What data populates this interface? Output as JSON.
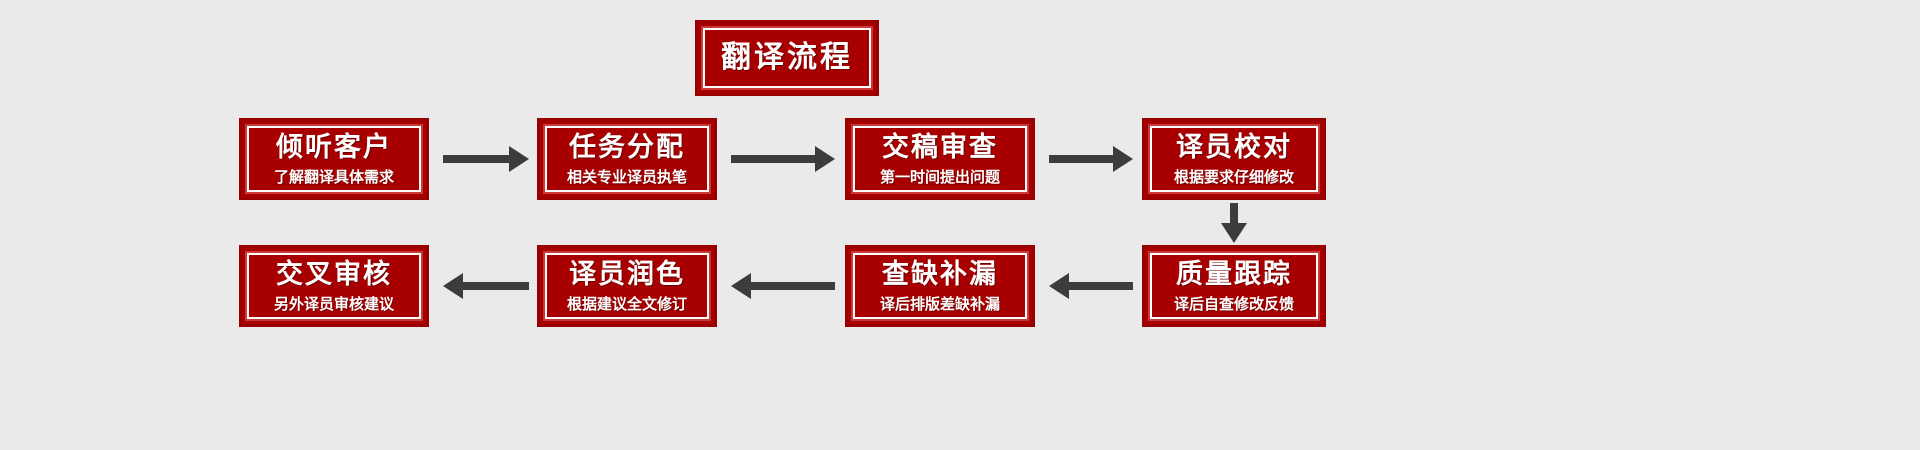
{
  "diagram": {
    "background_color": "#eaeaea",
    "box_color": "#a80000",
    "box_border_color": "#990000",
    "arrow_color": "#3c3c3c",
    "text_color": "#ffffff",
    "title": {
      "label": "翻译流程"
    },
    "row1": [
      {
        "title": "倾听客户",
        "subtitle": "了解翻译具体需求"
      },
      {
        "title": "任务分配",
        "subtitle": "相关专业译员执笔"
      },
      {
        "title": "交稿审查",
        "subtitle": "第一时间提出问题"
      },
      {
        "title": "译员校对",
        "subtitle": "根据要求仔细修改"
      }
    ],
    "row2": [
      {
        "title": "交叉审核",
        "subtitle": "另外译员审核建议"
      },
      {
        "title": "译员润色",
        "subtitle": "根据建议全文修订"
      },
      {
        "title": "查缺补漏",
        "subtitle": "译后排版差缺补漏"
      },
      {
        "title": "质量跟踪",
        "subtitle": "译后自查修改反馈"
      }
    ],
    "arrows": {
      "right": "arrow-right-icon",
      "left": "arrow-left-icon",
      "down": "arrow-down-icon"
    }
  }
}
